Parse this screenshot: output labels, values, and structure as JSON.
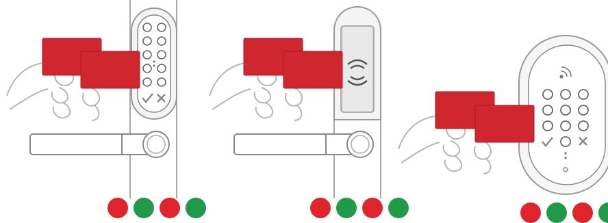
{
  "colors": {
    "card_red": "#d0262f",
    "card_edge": "#a81c23",
    "line_gray": "#9a9a9a",
    "metal_light": "#f2f2f2",
    "lamp_red": "#e0242c",
    "lamp_green": "#1f9a48"
  },
  "panels": [
    {
      "lock_type": "door handle with narrow numeric keypad reader",
      "icons": [
        "rfid-card-icon",
        "hand-icon",
        "keypad-icon",
        "door-handle-icon"
      ],
      "indicator_sequence": [
        "red",
        "green",
        "red",
        "green"
      ]
    },
    {
      "lock_type": "door handle with RFID reader",
      "icons": [
        "rfid-card-icon",
        "hand-icon",
        "nfc-wave-icon",
        "door-handle-icon"
      ],
      "indicator_sequence": [
        "red",
        "green",
        "red",
        "green"
      ]
    },
    {
      "lock_type": "oval wall keypad reader",
      "icons": [
        "rfid-card-icon",
        "hand-icon",
        "wifi-icon",
        "keypad-icon"
      ],
      "indicator_sequence": [
        "red",
        "green",
        "red",
        "green"
      ]
    }
  ]
}
